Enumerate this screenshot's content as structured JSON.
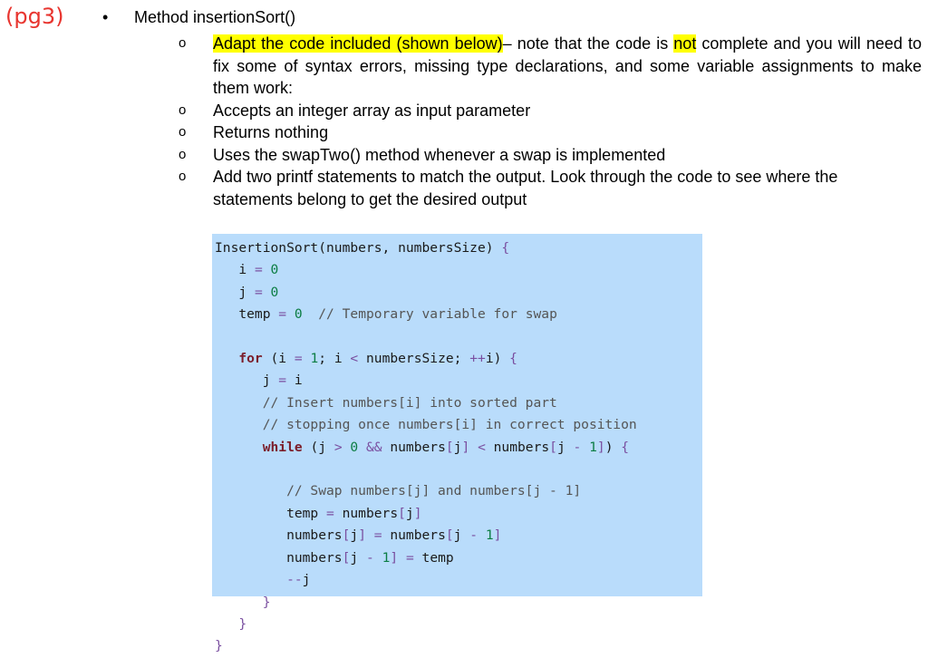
{
  "page_tag": "(pg3)",
  "heading": {
    "bullet": "•",
    "text": "Method insertionSort()"
  },
  "items": [
    {
      "marker": "o",
      "highlight_a": "Adapt the code included (shown  below)",
      "mid": "– note that the code is ",
      "highlight_b": "not",
      "rest": " complete and you will need to fix some of syntax errors, missing type declarations, and some variable assignments to make them work:"
    },
    {
      "marker": "o",
      "text": "Accepts an integer array as input parameter"
    },
    {
      "marker": "o",
      "text": "Returns nothing"
    },
    {
      "marker": "o",
      "text": "Uses the swapTwo() method whenever a swap is implemented"
    },
    {
      "marker": "o",
      "text": "Add two printf statements to match the output.  Look through the code to see where the statements  belong to get the desired output"
    }
  ],
  "code": {
    "background": "#b9dcfb",
    "lines": [
      "InsertionSort(numbers, numbersSize) {",
      "   i = 0",
      "   j = 0",
      "   temp = 0  // Temporary variable for swap",
      "",
      "   for (i = 1; i < numbersSize; ++i) {",
      "      j = i",
      "      // Insert numbers[i] into sorted part",
      "      // stopping once numbers[i] in correct position",
      "      while (j > 0 && numbers[j] < numbers[j - 1]) {",
      "",
      "         // Swap numbers[j] and numbers[j - 1]",
      "         temp = numbers[j]",
      "         numbers[j] = numbers[j - 1]",
      "         numbers[j - 1] = temp",
      "         --j",
      "      }",
      "   }",
      "}"
    ]
  },
  "colors": {
    "page_tag": "#e8352f",
    "highlight": "#ffff00",
    "keyword": "#7b1d2a",
    "number": "#0b7d43",
    "operator": "#7a4fa0",
    "comment": "#555555"
  }
}
